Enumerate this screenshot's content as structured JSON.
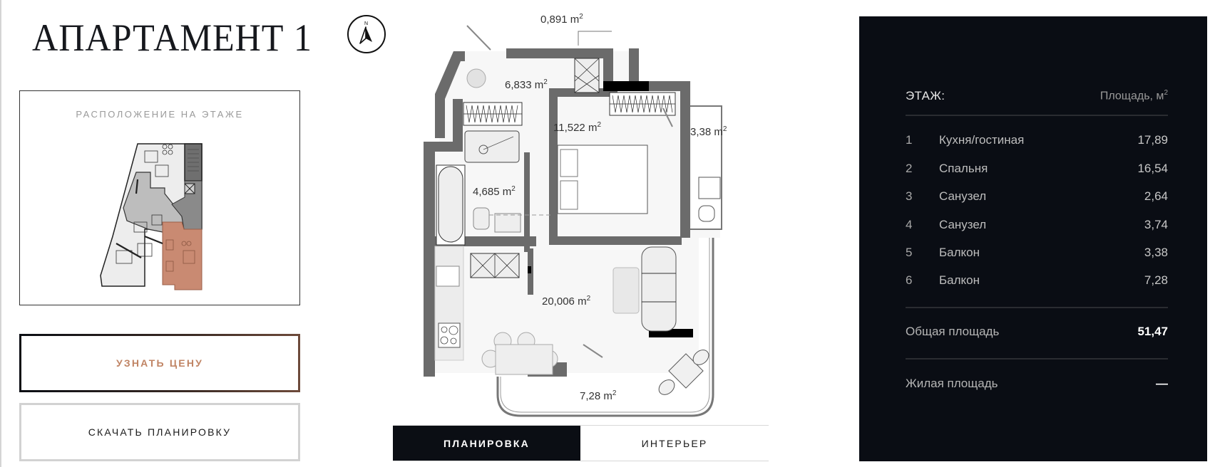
{
  "apartment": {
    "title": "АПАРТАМЕНТ 1"
  },
  "compass": {
    "icon": "compass-north-icon",
    "label": "N"
  },
  "location": {
    "label": "РАСПОЛОЖЕНИЕ НА ЭТАЖЕ",
    "highlight_color": "#c98a72"
  },
  "actions": {
    "price_label": "УЗНАТЬ ЦЕНУ",
    "download_label": "СКАЧАТЬ ПЛАНИРОВКУ",
    "price_color": "#c08464"
  },
  "plan": {
    "room_labels": [
      {
        "area": "0,891",
        "unit": "m",
        "exp": "2"
      },
      {
        "area": "6,833",
        "unit": "m",
        "exp": "2"
      },
      {
        "area": "11,522",
        "unit": "m",
        "exp": "2"
      },
      {
        "area": "3,38",
        "unit": "m",
        "exp": "2"
      },
      {
        "area": "4,685",
        "unit": "m",
        "exp": "2"
      },
      {
        "area": "20,006",
        "unit": "m",
        "exp": "2"
      },
      {
        "area": "7,28",
        "unit": "m",
        "exp": "2"
      }
    ]
  },
  "tabs": [
    {
      "label": "ПЛАНИРОВКА",
      "active": true
    },
    {
      "label": "ИНТЕРЬЕР",
      "active": false
    }
  ],
  "panel": {
    "floor_label": "ЭТАЖ:",
    "area_header": "Площадь, м",
    "area_header_exp": "2",
    "rooms": [
      {
        "num": "1",
        "name": "Кухня/гостиная",
        "area": "17,89"
      },
      {
        "num": "2",
        "name": "Спальня",
        "area": "16,54"
      },
      {
        "num": "3",
        "name": "Санузел",
        "area": "2,64"
      },
      {
        "num": "4",
        "name": "Санузел",
        "area": "3,74"
      },
      {
        "num": "5",
        "name": "Балкон",
        "area": "3,38"
      },
      {
        "num": "6",
        "name": "Балкон",
        "area": "7,28"
      }
    ],
    "total_label": "Общая площадь",
    "total_value": "51,47",
    "living_label": "Жилая площадь",
    "living_value": "—",
    "background": "#0a0d14"
  }
}
